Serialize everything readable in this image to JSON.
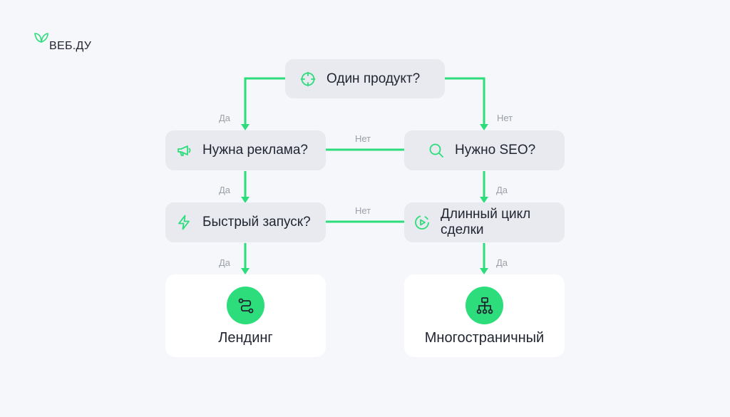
{
  "brand": {
    "name": "ВЕБ.ДУ",
    "accent_color": "#2ddc7b"
  },
  "nodes": {
    "one_product": {
      "label": "Один продукт?",
      "icon": "crosshair-icon"
    },
    "need_ads": {
      "label": "Нужна реклама?",
      "icon": "megaphone-icon"
    },
    "need_seo": {
      "label": "Нужно SEO?",
      "icon": "search-icon"
    },
    "fast_launch": {
      "label": "Быстрый запуск?",
      "icon": "lightning-icon"
    },
    "long_cycle": {
      "label": "Длинный цикл сделки",
      "icon": "play-circle-icon"
    }
  },
  "results": {
    "landing": {
      "label": "Лендинг",
      "icon": "route-icon"
    },
    "multipage": {
      "label": "Многостраничный",
      "icon": "sitemap-icon"
    }
  },
  "edge_labels": {
    "one_product_yes": "Да",
    "one_product_no": "Нет",
    "ads_no": "Нет",
    "ads_yes": "Да",
    "seo_yes": "Да",
    "fast_yes": "Да",
    "fast_no": "Нет",
    "long_yes": "Да"
  }
}
